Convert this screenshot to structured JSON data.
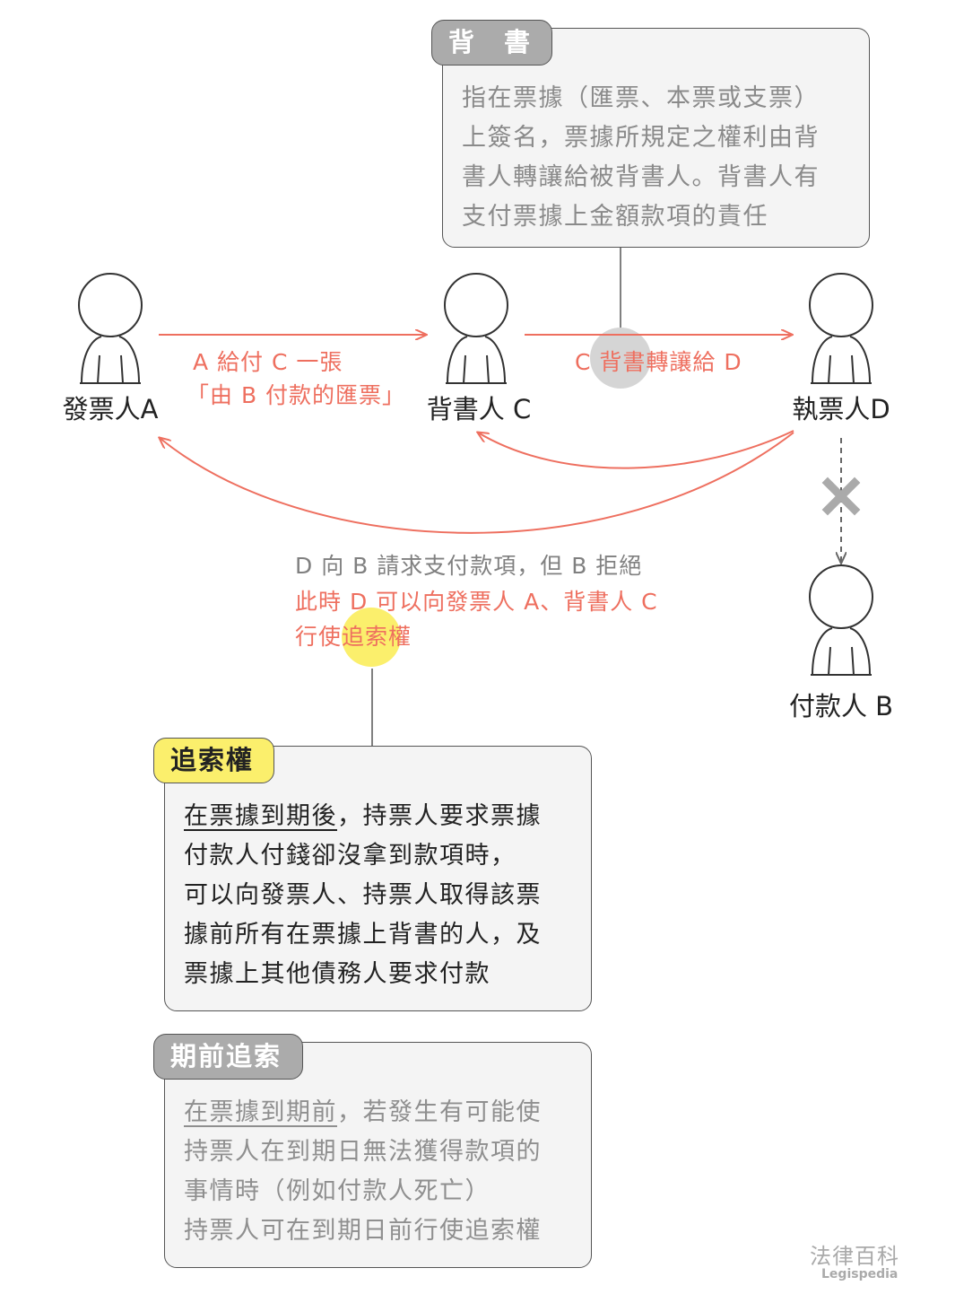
{
  "endorsement": {
    "title": "背　書",
    "lines": [
      "指在票據（匯票、本票或支票）",
      "上簽名，票據所規定之權利由背",
      "書人轉讓給被背書人。背書人有",
      "支付票據上金額款項的責任"
    ]
  },
  "persons": {
    "a": "發票人A",
    "c": "背書人 C",
    "d": "執票人D",
    "b": "付款人 B"
  },
  "arrows": {
    "a_to_c_line1": "A 給付 C 一張",
    "a_to_c_line2": "「由 B 付款的匯票」",
    "c_to_d": "C 背書轉讓給 D"
  },
  "recourse_note": {
    "line1": "D 向 B 請求支付款項，但 B 拒絕",
    "line2": "此時 D 可以向發票人 A、背書人 C",
    "line3": "行使追索權"
  },
  "recourse": {
    "title": "追索權",
    "underlined": "在票據到期後",
    "line1_rest": "，持票人要求票據",
    "lines": [
      "付款人付錢卻沒拿到款項時，",
      "可以向發票人、持票人取得該票",
      "據前所有在票據上背書的人，及",
      "票據上其他債務人要求付款"
    ]
  },
  "early_recourse": {
    "title": "期前追索",
    "underlined": "在票據到期前",
    "line1_rest": "，若發生有可能使",
    "lines": [
      "持票人在到期日無法獲得款項的",
      "事情時（例如付款人死亡）",
      "持票人可在到期日前行使追索權"
    ]
  },
  "logo": {
    "zh": "法律百科",
    "en": "Legispedia"
  },
  "colors": {
    "red": "#ee6f5f",
    "yellow": "#fbef6c",
    "gray_tab": "#ababab",
    "box_bg": "#f4f4f4"
  }
}
